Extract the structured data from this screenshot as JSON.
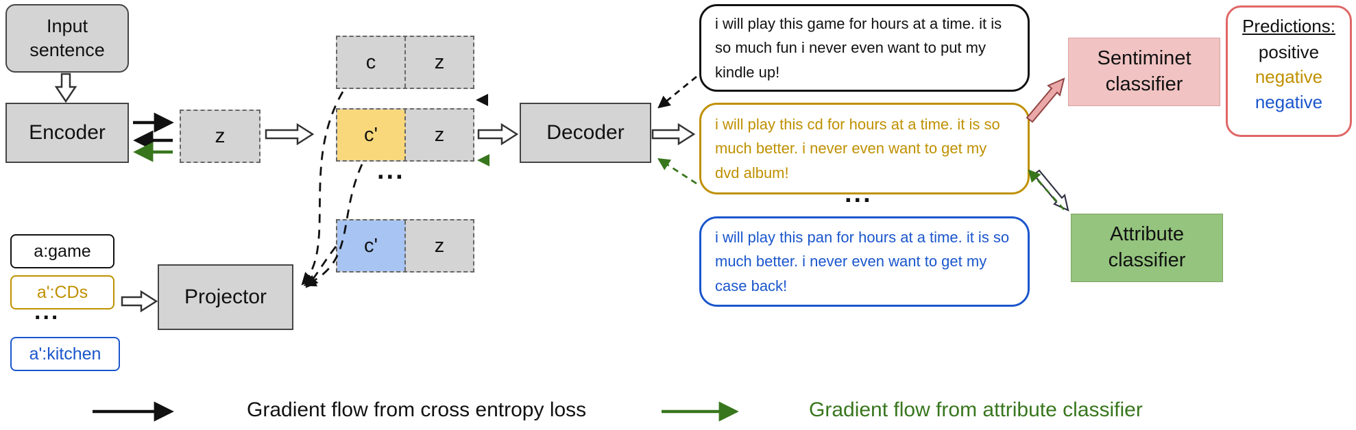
{
  "nodes": {
    "input_sentence": {
      "label": "Input sentence"
    },
    "encoder": {
      "label": "Encoder"
    },
    "z": {
      "label": "z"
    },
    "decoder": {
      "label": "Decoder"
    },
    "projector": {
      "label": "Projector"
    },
    "sentiment_classifier": {
      "label": "Sentiminet classifier"
    },
    "attribute_classifier": {
      "label": "Attribute classifier"
    }
  },
  "latent_rows": [
    {
      "c": "c",
      "z": "z"
    },
    {
      "c": "c'",
      "z": "z"
    },
    {
      "c": "c'",
      "z": "z"
    }
  ],
  "attributes": [
    {
      "label": "a:game"
    },
    {
      "label": "a':CDs"
    },
    {
      "label": "a':kitchen"
    }
  ],
  "ellipsis": "...",
  "bubbles": [
    {
      "text": "i will play this game for hours at a time. it is so much fun i never even want to put my kindle up!"
    },
    {
      "text": "i will play this cd for hours at a time. it is so much better. i never even want to get my dvd album!"
    },
    {
      "text": "i will play this pan for hours at a time. it is so much better. i never even want to get my case back!"
    }
  ],
  "predictions": {
    "title": "Predictions:",
    "items": [
      {
        "label": "positive",
        "color": "#111111"
      },
      {
        "label": "negative",
        "color": "#bf9000"
      },
      {
        "label": "negative",
        "color": "#1a56cc"
      }
    ]
  },
  "legend": {
    "cross_entropy": "Gradient flow from cross entropy loss",
    "attribute": "Gradient flow from attribute classifier"
  },
  "colors": {
    "box_gray": "#d4d4d4",
    "cell_yellow": "#f9d87c",
    "cell_blue": "#a7c4f2",
    "gold": "#bf9000",
    "blue": "#1a56cc",
    "sentiment_pink": "#f1c3c3",
    "attribute_green": "#94c47e",
    "predictions_border": "#e06666",
    "green_arrow": "#38761d"
  }
}
